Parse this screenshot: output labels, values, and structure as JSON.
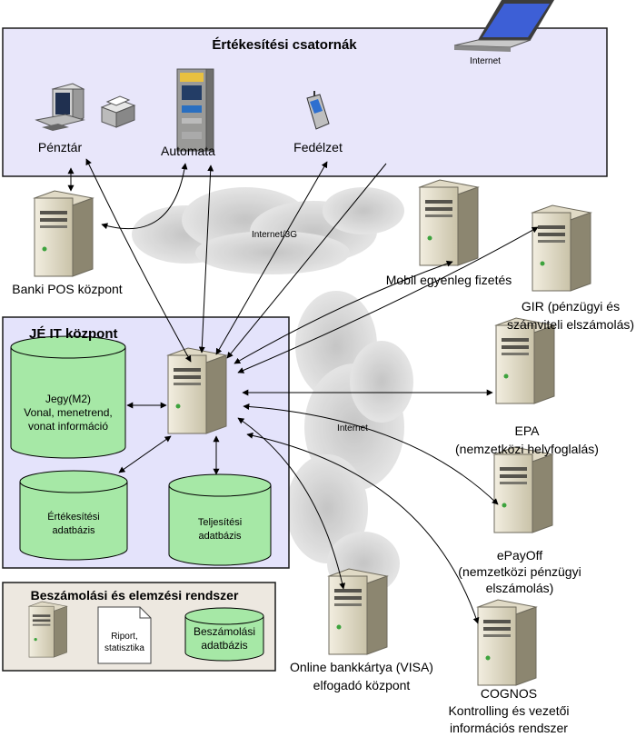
{
  "channels": {
    "title": "Értékesítési csatornák",
    "internet_laptop": "Internet",
    "penztar": "Pénztár",
    "automata": "Automata",
    "fedelzet": "Fedélzet"
  },
  "banki_pos": "Banki POS központ",
  "internet_3g": "Internet/3G",
  "mobil": "Mobil egyenleg fizetés",
  "gir": [
    "GIR (pénzügyi és",
    "számviteli elszámolás)"
  ],
  "je_it": {
    "title": "JÉ IT központ",
    "db_jegy": [
      "Jegy(M2)",
      "Vonal, menetrend,",
      "vonat információ"
    ],
    "db_ertek": [
      "Értékesítési",
      "adatbázis"
    ],
    "db_telj": [
      "Teljesítési",
      "adatbázis"
    ]
  },
  "internet_mid": "Internet",
  "epa": [
    "EPA",
    "(nemzetközi helyfoglalás)"
  ],
  "epayoff": [
    "ePayOff",
    "(nemzetközi pénzügyi",
    "elszámolás)"
  ],
  "reporting": {
    "title": "Beszámolási és elemzési rendszer",
    "doc": [
      "Riport,",
      "statisztika"
    ],
    "db": [
      "Beszámolási",
      "adatbázis"
    ]
  },
  "visa": [
    "Online bankkártya (VISA)",
    "elfogadó központ"
  ],
  "cognos": [
    "COGNOS",
    "Kontrolling és vezetői",
    "információs rendszer"
  ],
  "colors": {
    "channel_bg": "#e8e6fa",
    "it_bg": "#e4e3fb",
    "report_bg": "#ede8e0",
    "db_green": "#a6e8a6"
  }
}
